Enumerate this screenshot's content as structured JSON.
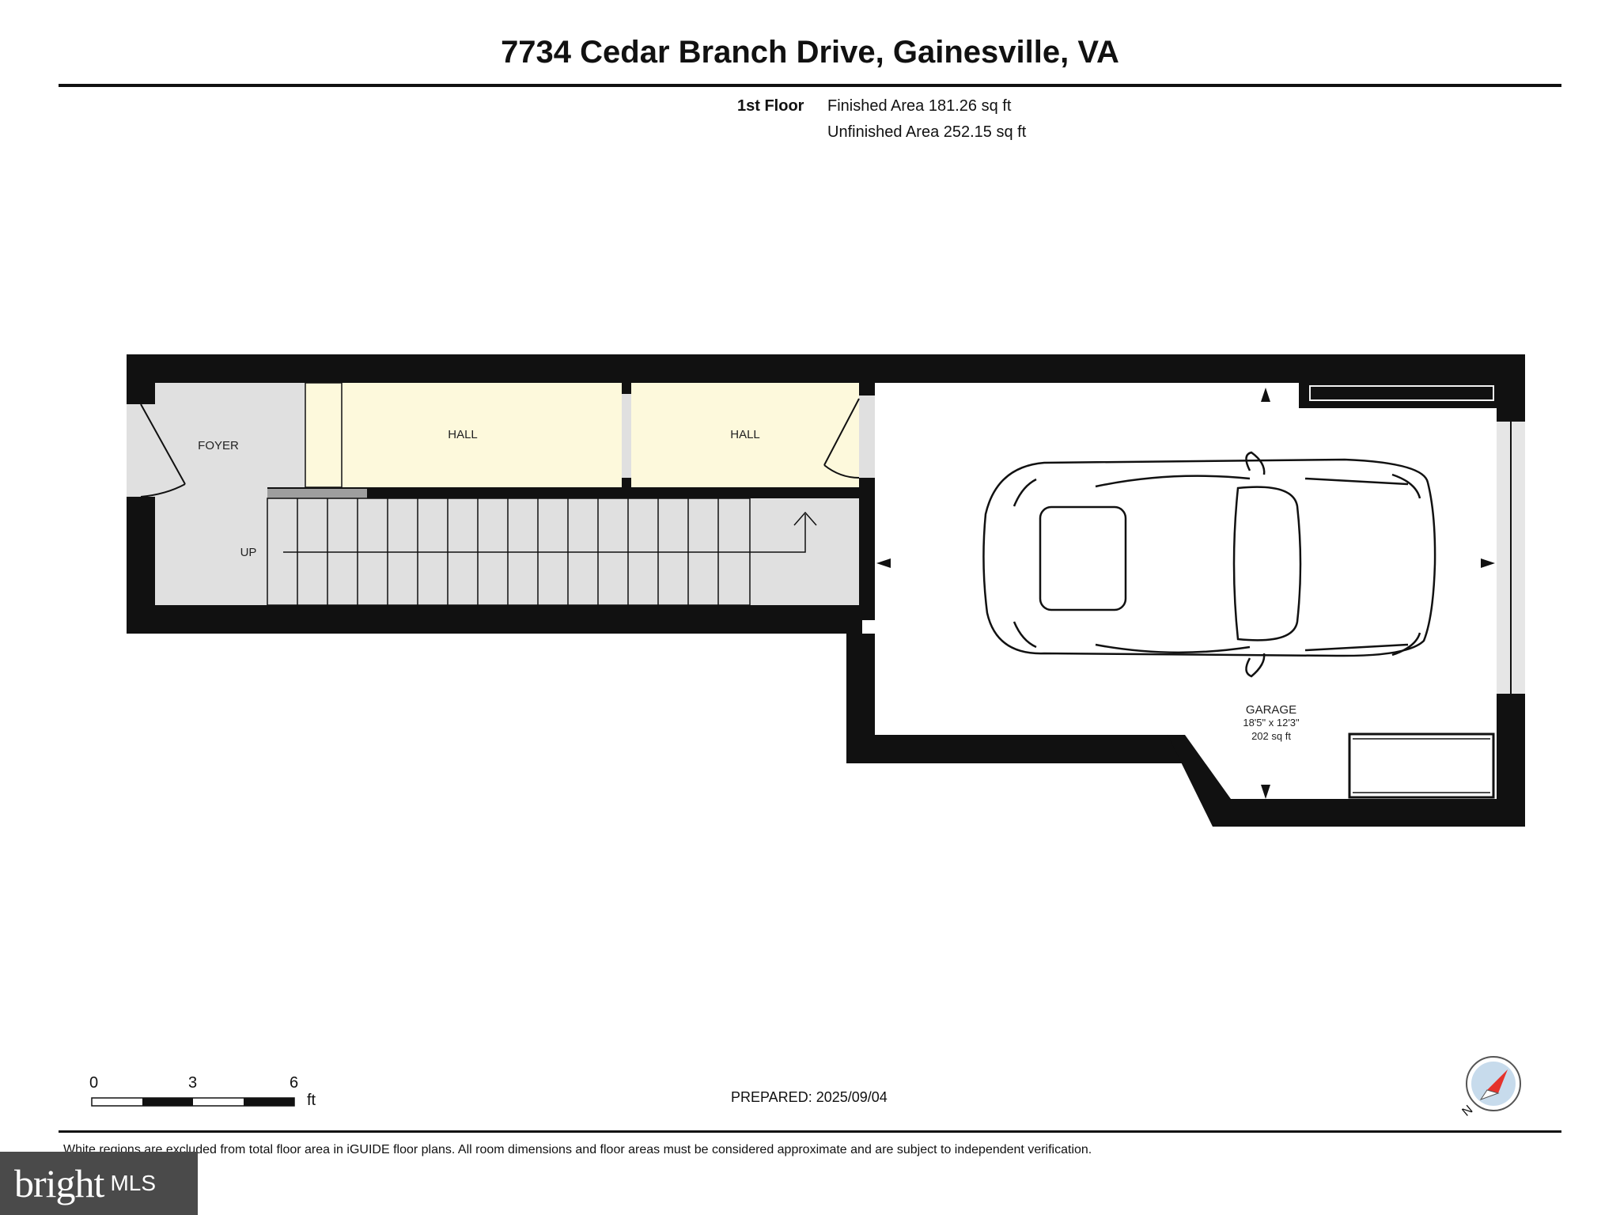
{
  "header": {
    "title": "7734 Cedar Branch Drive, Gainesville, VA",
    "floor_label": "1st Floor",
    "finished_area": "Finished Area 181.26 sq ft",
    "unfinished_area": "Unfinished Area 252.15 sq ft"
  },
  "rooms": {
    "foyer": "FOYER",
    "hall_1": "HALL",
    "hall_2": "HALL",
    "stairs": "UP",
    "garage": {
      "name": "GARAGE",
      "dimensions": "18'5\" x 12'3\"",
      "area": "202 sq ft"
    }
  },
  "scale": {
    "ticks": [
      "0",
      "3",
      "6"
    ],
    "unit": "ft"
  },
  "footer": {
    "prepared": "PREPARED: 2025/09/04",
    "disclaimer": "White regions are excluded from total floor area in iGUIDE floor plans. All room dimensions and floor areas must be considered approximate and are subject to independent verification.",
    "compass_label": "N"
  },
  "watermark": {
    "brand": "bright",
    "suffix": "MLS"
  },
  "colors": {
    "wall": "#111111",
    "finished_fill": "#fdf9dc",
    "unfinished_fill": "#e0e0e0",
    "compass_red": "#e5322b",
    "compass_blue": "#8fb7d9"
  }
}
